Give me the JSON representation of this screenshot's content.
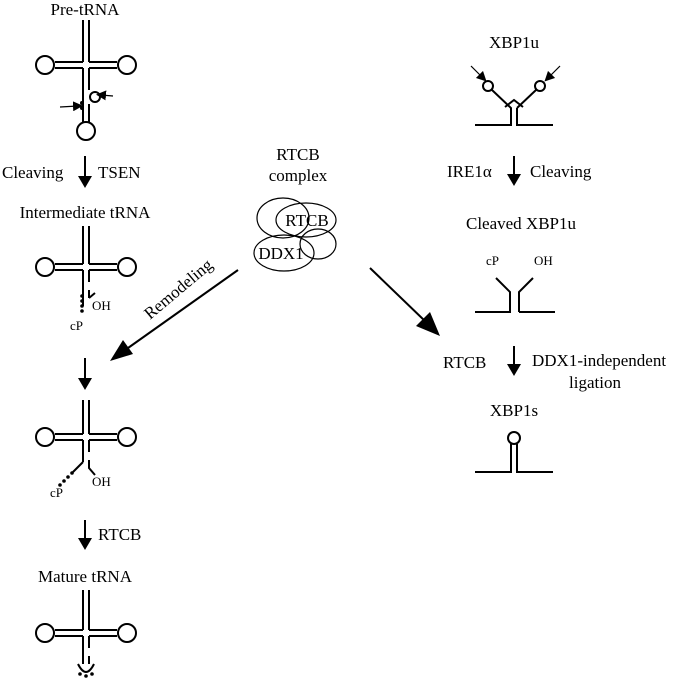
{
  "trna": {
    "pre": "Pre-tRNA",
    "cleaving": "Cleaving",
    "tsen": "TSEN",
    "intermediate": "Intermediate tRNA",
    "oh": "OH",
    "cp": "cP",
    "remodeling": "Remodeling",
    "rtcb": "RTCB",
    "mature": "Mature tRNA"
  },
  "complex": {
    "title_line1": "RTCB",
    "title_line2": "complex",
    "rtcb": "RTCB",
    "ddx1": "DDX1"
  },
  "xbp1": {
    "u": "XBP1u",
    "ire1a": "IRE1α",
    "cleaving": "Cleaving",
    "cleaved": "Cleaved XBP1u",
    "cp": "cP",
    "oh": "OH",
    "rtcb": "RTCB",
    "ddx1_line1": "DDX1-independent",
    "ddx1_line2": "ligation",
    "s": "XBP1s"
  }
}
